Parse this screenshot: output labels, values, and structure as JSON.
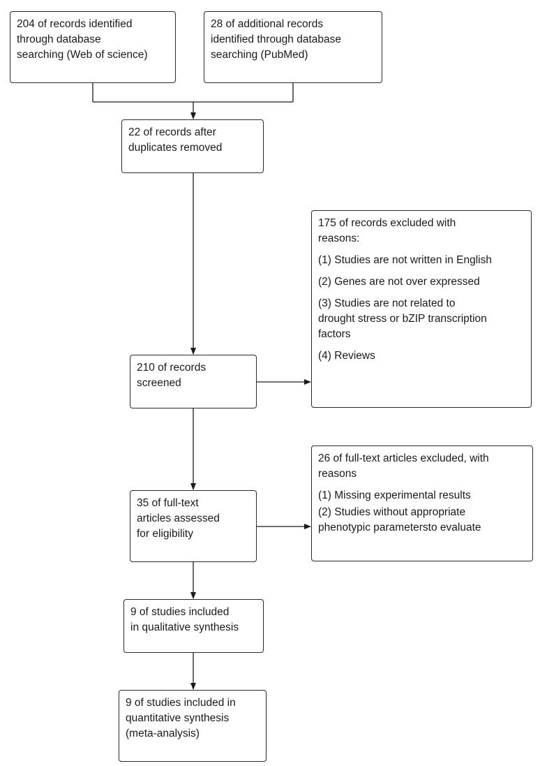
{
  "flowchart": {
    "identification": {
      "web_of_science": [
        "204 of records identified",
        "through database",
        "searching (Web of science)"
      ],
      "pubmed": [
        "28 of additional records",
        "identified through database",
        "searching (PubMed)"
      ]
    },
    "duplicates_removed": [
      "22 of records after",
      "duplicates removed"
    ],
    "screened": [
      "210 of records",
      "screened"
    ],
    "records_excluded": {
      "header": [
        "175 of records excluded with",
        "reasons:"
      ],
      "reason1": "(1) Studies are not written in English",
      "reason2": "(2) Genes are not over expressed",
      "reason3": [
        "(3) Studies are not related to",
        "drought stress or bZIP transcription",
        "factors"
      ],
      "reason4": "(4) Reviews"
    },
    "full_text_assessed": [
      "35 of full-text",
      "articles assessed",
      "for eligibility"
    ],
    "full_text_excluded": {
      "header": [
        "26 of full-text articles excluded, with",
        "reasons"
      ],
      "reason1": "(1) Missing experimental results",
      "reason2": [
        "(2) Studies without appropriate",
        "phenotypic parametersto evaluate"
      ]
    },
    "qualitative": [
      "9 of studies included",
      "in qualitative synthesis"
    ],
    "quantitative": [
      "9 of studies included in",
      "quantitative synthesis",
      "(meta-analysis)"
    ]
  }
}
